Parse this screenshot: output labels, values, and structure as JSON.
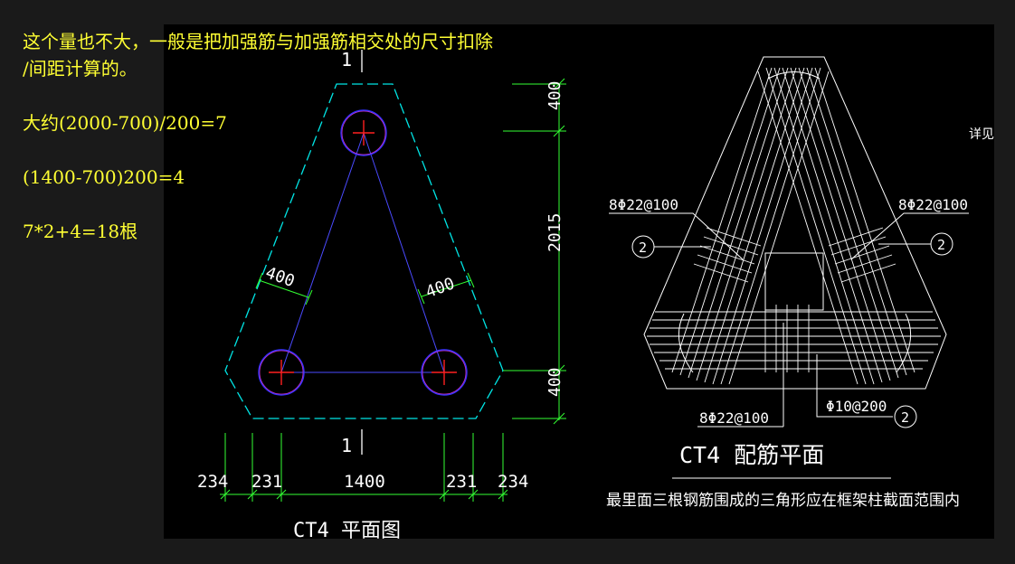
{
  "note": {
    "line1": "这个量也不大，一般是把加强筋与加强筋相交处的尺寸扣除",
    "line2": "/间距计算的。",
    "line3": "大约(2000-700)/200=7",
    "line4": "(1400-700)200=4",
    "line5": "7*2+4=18根"
  },
  "left_drawing": {
    "section_mark": "1",
    "dim_side_a": "400",
    "dim_side_b": "400",
    "dim_right_top": "400",
    "dim_right_mid": "2015",
    "dim_right_bot": "400",
    "dim_bottom": [
      "234",
      "231",
      "1400",
      "231",
      "234"
    ],
    "title": "CT4 平面图"
  },
  "right_drawing": {
    "rebar_left": "8Φ22@100",
    "rebar_right": "8Φ22@100",
    "rebar_bottom": "8Φ22@100",
    "stirrup": "Φ10@200",
    "bubble_left": "2",
    "bubble_right": "2",
    "bubble_bottom": "2",
    "side_note": "详见平",
    "title": "CT4 配筋平面",
    "caption": "最里面三根钢筋围成的三角形应在框架柱截面范围内"
  },
  "colors": {
    "background": "#000000",
    "note_text": "#ffff33",
    "outline_cyan": "#00e5e5",
    "dimension_green": "#33ff33",
    "pile_blue": "#3333ff",
    "center_red": "#ff2020",
    "drawing_white": "#ffffff"
  }
}
